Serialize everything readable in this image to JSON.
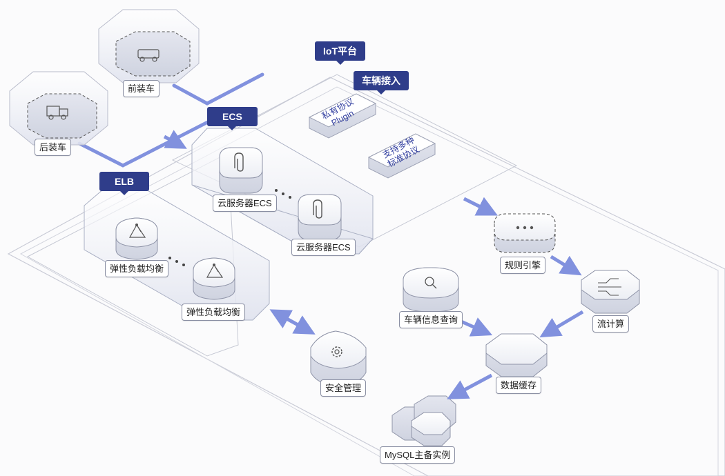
{
  "labels": {
    "iot_platform": "IoT平台",
    "vehicle_access": "车辆接入",
    "ecs": "ECS",
    "elb": "ELB",
    "front_install": "前装车",
    "rear_install": "后装车",
    "ecs_server_1": "云服务器ECS",
    "ecs_server_2": "云服务器ECS",
    "elb_1": "弹性负载均衡",
    "elb_2": "弹性负载均衡",
    "private_protocol_line1": "私有协议",
    "private_protocol_line2": "Plugin",
    "std_protocol_line1": "支持多种",
    "std_protocol_line2": "标准协议",
    "rule_engine": "规则引擎",
    "stream_compute": "流计算",
    "vehicle_query": "车辆信息查询",
    "data_cache": "数据缓存",
    "security": "安全管理",
    "mysql": "MySQL主备实例"
  },
  "colors": {
    "tag_bg": "#2f3d8a",
    "arrow": "#8191de",
    "frame": "#bfc2cf",
    "note_text": "#3340a0"
  },
  "icons": {
    "vehicle": "car-icon",
    "ecs": "paperclip-icon",
    "elb": "load-balancer-icon",
    "query": "magnifier-icon",
    "security": "gear-icon",
    "rule": "dots-icon",
    "stream": "circuit-icon"
  }
}
